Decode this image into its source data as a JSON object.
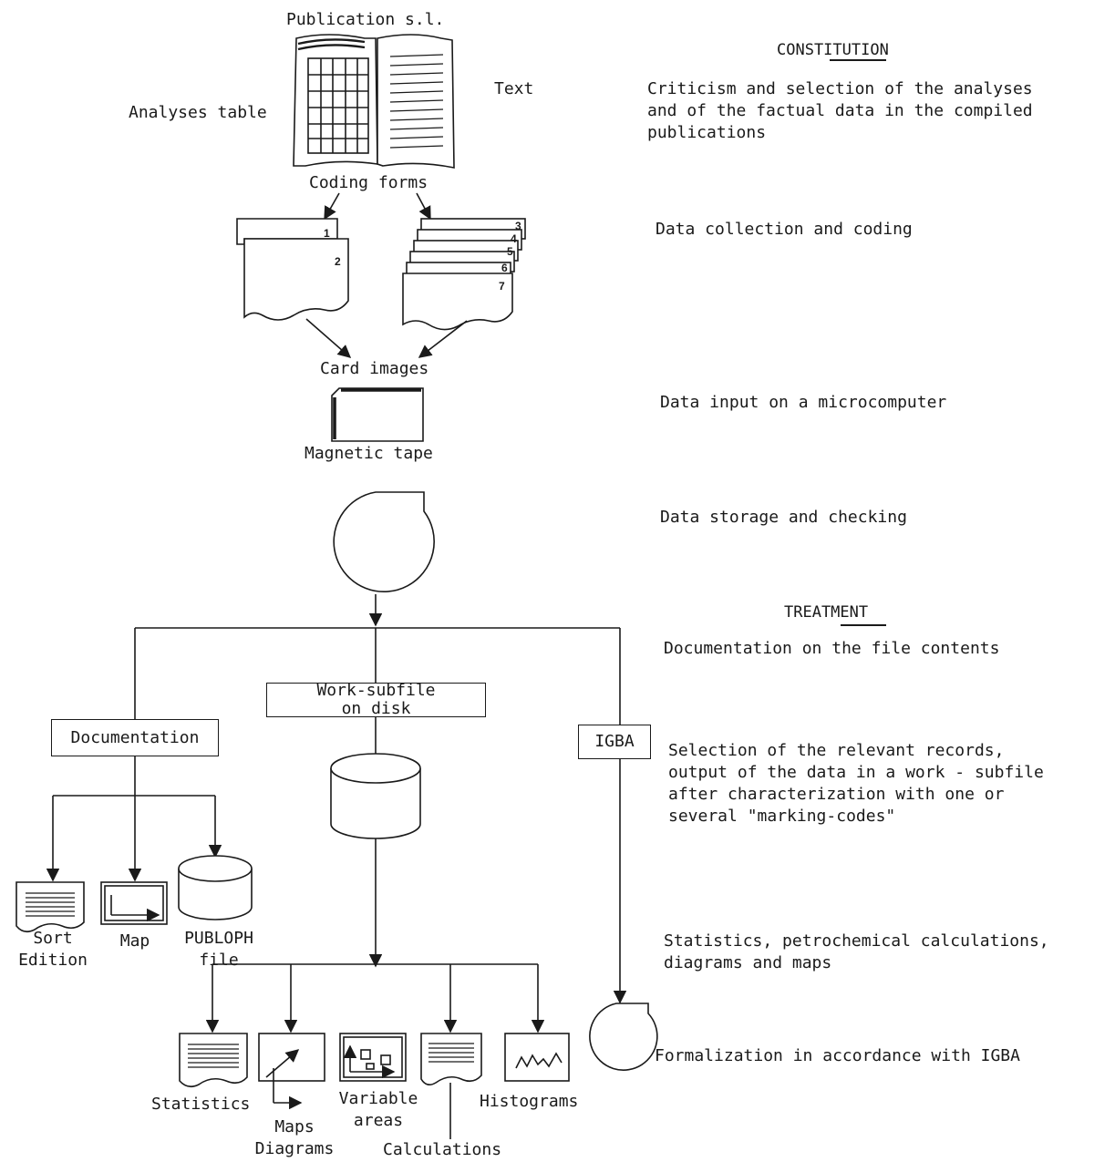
{
  "colors": {
    "ink": "#1a1a1a",
    "paper": "#ffffff"
  },
  "top": {
    "publication_label": "Publication s.l.",
    "analyses_table_label": "Analyses table",
    "text_label": "Text",
    "coding_forms_label": "Coding forms",
    "card_images_label": "Card images",
    "magnetic_tape_label": "Magnetic tape"
  },
  "coding_form_numbers": [
    "1",
    "2",
    "3",
    "4",
    "5",
    "6",
    "7"
  ],
  "middle": {
    "documentation_box": "Documentation",
    "work_subfile_box": "Work-subfile\non disk",
    "igba_box": "IGBA"
  },
  "outputs": {
    "sort_edition_label": "Sort\nEdition",
    "map_label": "Map",
    "publoph_label": "PUBLOPH\nfile",
    "statistics_label": "Statistics",
    "maps_diagrams_label": "Maps\nDiagrams",
    "variable_areas_label": "Variable\nareas",
    "calculations_label": "Calculations",
    "histograms_label": "Histograms"
  },
  "notes": {
    "constitution_heading": "CONSTITUTION",
    "criticism": "Criticism and selection of the analyses\nand of the factual data in the compiled\npublications",
    "data_collection": "Data collection and coding",
    "data_input": "Data input on a microcomputer",
    "data_storage": "Data storage and checking",
    "treatment_heading": "TREATMENT",
    "documentation_contents": "Documentation on the file contents",
    "selection": "Selection of the relevant records,\noutput of the data in a work - subfile\nafter characterization with one or\nseveral \"marking-codes\"",
    "statistics_note": "Statistics, petrochemical calculations,\ndiagrams and maps",
    "formalization": "Formalization in accordance with IGBA"
  }
}
